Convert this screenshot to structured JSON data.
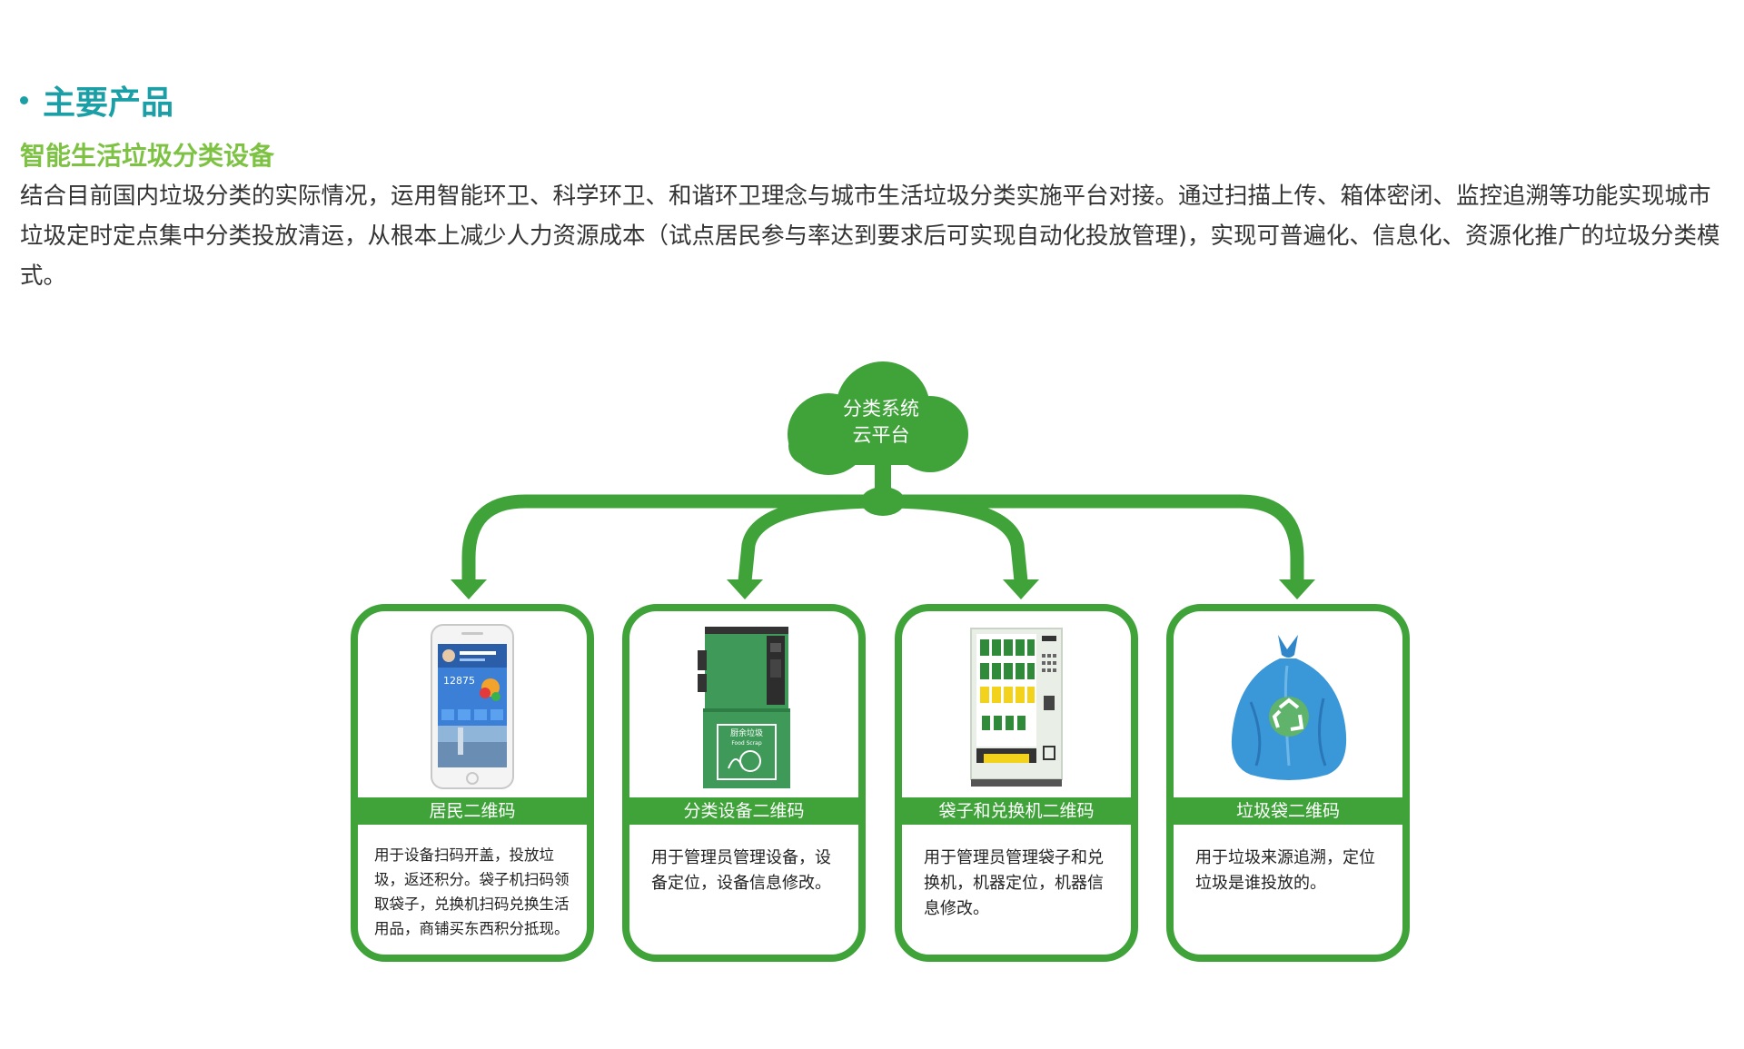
{
  "section_heading": "主要产品",
  "product_title": "智能生活垃圾分类设备",
  "description": "结合目前国内垃圾分类的实际情况，运用智能环卫、科学环卫、和谐环卫理念与城市生活垃圾分类实施平台对接。通过扫描上传、箱体密闭、监控追溯等功能实现城市垃圾定时定点集中分类投放清运，从根本上减少人力资源成本（试点居民参与率达到要求后可实现自动化投放管理)，实现可普遍化、信息化、资源化推广的垃圾分类模式。",
  "cloud": {
    "line1": "分类系统",
    "line2": "云平台"
  },
  "colors": {
    "green": "#3fa33a",
    "teal": "#1a9fa6",
    "lime": "#7dc242"
  },
  "phone_screen": {
    "number": "12875"
  },
  "bin_label": {
    "cn": "厨余垃圾",
    "en": "Food Scrap"
  },
  "cards": [
    {
      "label": "居民二维码",
      "icon": "phone-app-icon",
      "desc": "用于设备扫码开盖，投放垃圾，返还积分。袋子机扫码领取袋子，兑换机扫码兑换生活用品，商铺买东西积分抵现。"
    },
    {
      "label": "分类设备二维码",
      "icon": "waste-bin-icon",
      "desc": "用于管理员管理设备，设备定位，设备信息修改。"
    },
    {
      "label": "袋子和兑换机二维码",
      "icon": "vending-machine-icon",
      "desc": "用于管理员管理袋子和兑换机，机器定位，机器信息修改。"
    },
    {
      "label": "垃圾袋二维码",
      "icon": "garbage-bag-icon",
      "desc": "用于垃圾来源追溯，定位垃圾是谁投放的。"
    }
  ]
}
